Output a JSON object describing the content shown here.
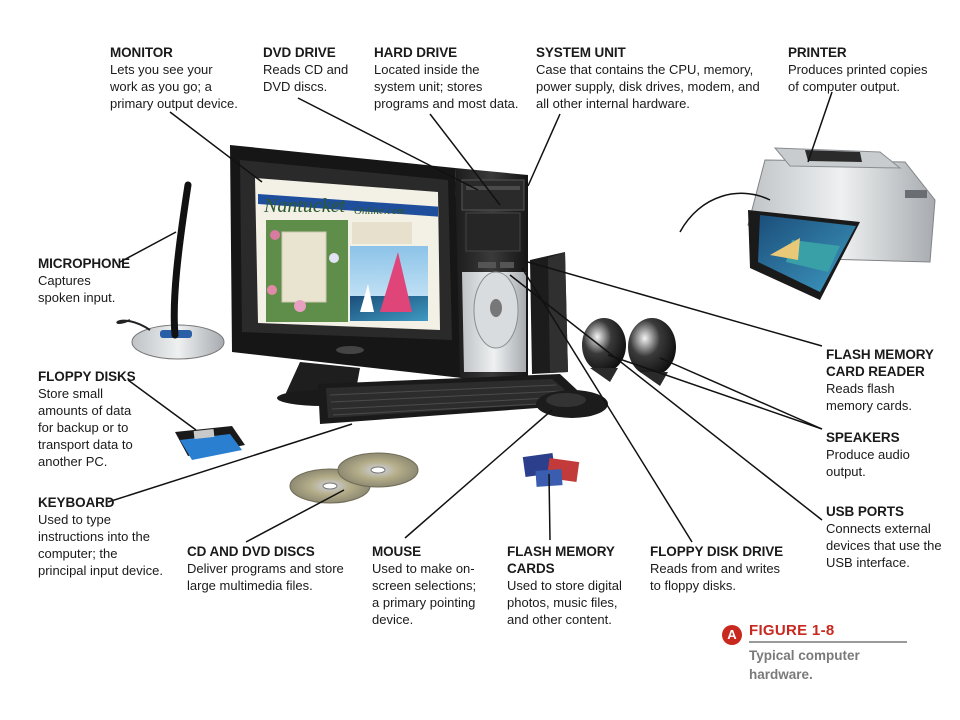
{
  "labels": {
    "monitor": {
      "title": "MONITOR",
      "desc": "Lets you see your\nwork as you go; a\nprimary output device."
    },
    "dvd_drive": {
      "title": "DVD DRIVE",
      "desc": "Reads CD and\nDVD discs."
    },
    "hard_drive": {
      "title": "HARD DRIVE",
      "desc": "Located inside the\nsystem unit; stores\nprograms and most data."
    },
    "system_unit": {
      "title": "SYSTEM UNIT",
      "desc": "Case that contains the CPU, memory,\npower supply, disk drives, modem, and\nall other internal hardware."
    },
    "printer": {
      "title": "PRINTER",
      "desc": "Produces printed copies\nof computer output."
    },
    "microphone": {
      "title": "MICROPHONE",
      "desc": "Captures\nspoken input."
    },
    "floppy_disks": {
      "title": "FLOPPY DISKS",
      "desc": "Store small\namounts of data\nfor backup or to\ntransport data to\nanother PC."
    },
    "keyboard": {
      "title": "KEYBOARD",
      "desc": "Used to type\ninstructions into the\ncomputer; the\nprincipal input device."
    },
    "cd_dvd_discs": {
      "title": "CD AND DVD DISCS",
      "desc": "Deliver programs and store\nlarge multimedia files."
    },
    "mouse": {
      "title": "MOUSE",
      "desc": "Used to make on-\nscreen selections;\na primary pointing\ndevice."
    },
    "flash_memory_cards": {
      "title": "FLASH MEMORY\nCARDS",
      "desc": "Used to store digital\nphotos, music files,\nand other content."
    },
    "floppy_disk_drive": {
      "title": "FLOPPY DISK DRIVE",
      "desc": "Reads from and writes\nto floppy disks."
    },
    "flash_memory_card_reader": {
      "title": "FLASH MEMORY\nCARD READER",
      "desc": "Reads flash\nmemory cards."
    },
    "speakers": {
      "title": "SPEAKERS",
      "desc": "Produce audio\noutput."
    },
    "usb_ports": {
      "title": "USB PORTS",
      "desc": "Connects external\ndevices that use the\nUSB interface."
    }
  },
  "screen": {
    "site_name": "Nantucket",
    "site_suffix": "Online.com"
  },
  "caption": {
    "badge": "A",
    "figure": "FIGURE 1-8",
    "text": "Typical computer\nhardware."
  },
  "colors": {
    "accent": "#c8281e",
    "leader_line": "#111111",
    "caption_gray": "#7a7a7a"
  }
}
